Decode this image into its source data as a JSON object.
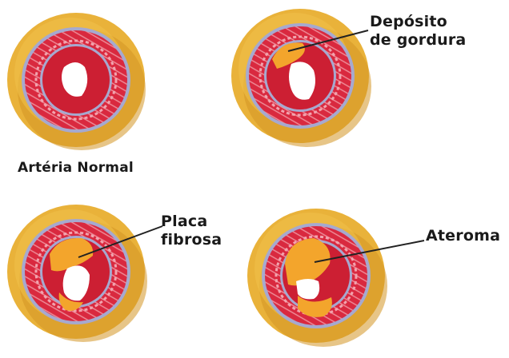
{
  "labels": {
    "normal": "Artéria Normal",
    "deposito_line1": "Depósito",
    "deposito_line2": "de gordura",
    "placa_line1": "Placa",
    "placa_line2": "fibrosa",
    "ateroma": "Ateroma"
  },
  "colors": {
    "outer_tissue": "#e9b23a",
    "outer_tissue_dark": "#c98a1c",
    "muscle_red": "#d9293f",
    "muscle_light": "#f2a3ae",
    "elastic_ring": "#a6a9cf",
    "intima_red": "#cc1f33",
    "lumen": "#ffffff",
    "plaque": "#f3a52c",
    "leader_line": "#222222"
  }
}
